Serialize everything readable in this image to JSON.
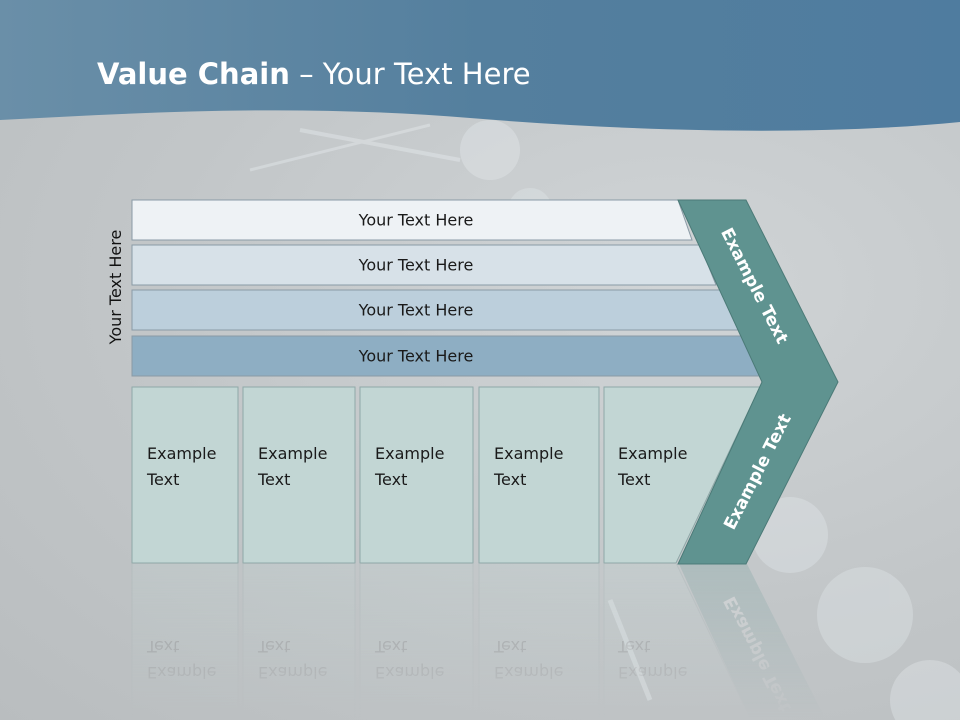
{
  "slide": {
    "title_bold": "Value Chain",
    "title_rest": " – Your Text Here",
    "side_label": "Your Text Here"
  },
  "support_bars": [
    {
      "label": "Your Text Here",
      "color": "#eef2f5"
    },
    {
      "label": "Your Text Here",
      "color": "#d7e1e8"
    },
    {
      "label": "Your Text Here",
      "color": "#bccfdc"
    },
    {
      "label": "Your Text Here",
      "color": "#8eaec3"
    }
  ],
  "primary_boxes": [
    {
      "line1": "Example",
      "line2": "Text"
    },
    {
      "line1": "Example",
      "line2": "Text"
    },
    {
      "line1": "Example",
      "line2": "Text"
    },
    {
      "line1": "Example",
      "line2": "Text"
    },
    {
      "line1": "Example",
      "line2": "Text"
    }
  ],
  "chevron": {
    "top_label": "Example Text",
    "bottom_label": "Example Text",
    "color": "#5f9390"
  },
  "colors": {
    "header": "#4f7897",
    "box_fill": "#c2d6d4",
    "box_stroke": "#8fa8a8"
  }
}
